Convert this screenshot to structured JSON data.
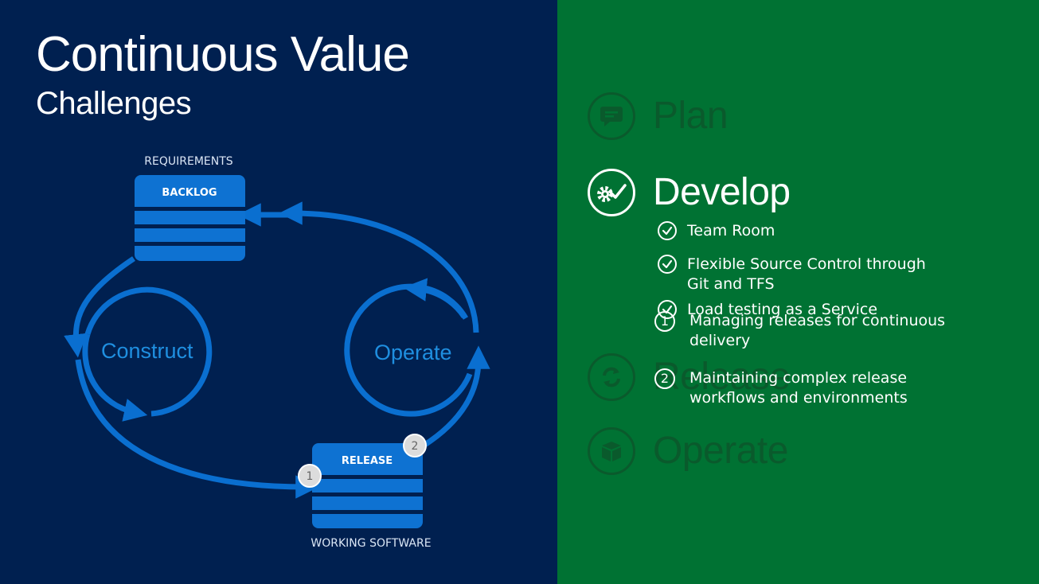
{
  "slide": {
    "title": "Continuous Value",
    "subtitle": "Challenges"
  },
  "diagram": {
    "requirements_caption": "REQUIREMENTS",
    "backlog_label": "BACKLOG",
    "release_label": "RELEASE",
    "working_software_caption": "WORKING SOFTWARE",
    "construct_label": "Construct",
    "operate_label": "Operate",
    "badge_1": "1",
    "badge_2": "2",
    "colors": {
      "background": "#002050",
      "arrow": "#0a6fd0",
      "box": "#0e72d2"
    }
  },
  "phases": {
    "plan": {
      "label": "Plan",
      "icon": "chat-bubble-icon"
    },
    "develop": {
      "label": "Develop",
      "icon": "gear-check-icon"
    },
    "release": {
      "label": "Release",
      "icon": "refresh-icon"
    },
    "operate": {
      "label": "Operate",
      "icon": "package-icon"
    },
    "colors": {
      "panel": "#007233",
      "inactive": "#0a5a2c",
      "active": "#ffffff"
    }
  },
  "develop_features": [
    {
      "text": "Team Room"
    },
    {
      "text": "Flexible Source Control through Git and TFS"
    },
    {
      "text": "Load testing as a Service"
    }
  ],
  "challenges": [
    {
      "number": "1",
      "text": "Managing releases for continuous delivery"
    },
    {
      "number": "2",
      "text": "Maintaining complex release workflows and environments"
    }
  ]
}
